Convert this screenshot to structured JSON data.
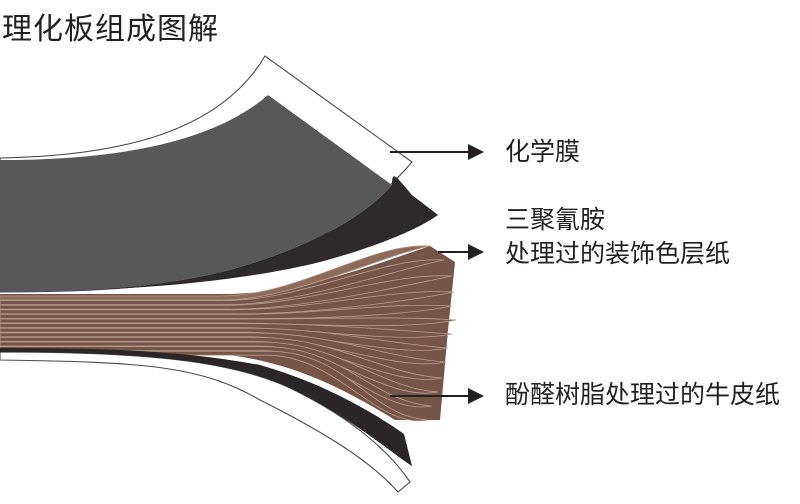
{
  "title": "理化板组成图解",
  "colors": {
    "film_outline": "#4a4a4a",
    "top_layer": "#58585a",
    "dark_layer": "#2e2a2b",
    "decor_layer": "#8c6b5c",
    "kraft_layer": "#765548",
    "kraft_line": "#b99c8d",
    "bottom_dark": "#2a2526",
    "arrow": "#231f20"
  },
  "labels": {
    "film": "化学膜",
    "decor_line1": "三聚氰胺",
    "decor_line2": "处理过的装饰色层纸",
    "kraft": "酚醛树脂处理过的牛皮纸"
  }
}
